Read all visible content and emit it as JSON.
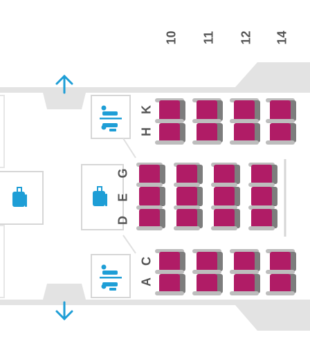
{
  "seat_map": {
    "rows": [
      "10",
      "11",
      "12",
      "14"
    ],
    "seat_letters_upper": [
      "H",
      "K"
    ],
    "seat_letters_middle": [
      "D",
      "E",
      "G"
    ],
    "seat_letters_lower": [
      "A",
      "C"
    ],
    "icons": {
      "exit_top": "arrow-up-icon",
      "exit_bottom": "arrow-down-icon",
      "lavatory": "lavatory-icon",
      "galley": "luggage-icon"
    },
    "colors": {
      "seat": "#b01c66",
      "seat_back": "#7d7d7d",
      "armrest": "#bdbdbd",
      "accent": "#1e9ed6",
      "fuselage": "#e3e3e3",
      "monument_border": "#d6d6d6"
    }
  }
}
